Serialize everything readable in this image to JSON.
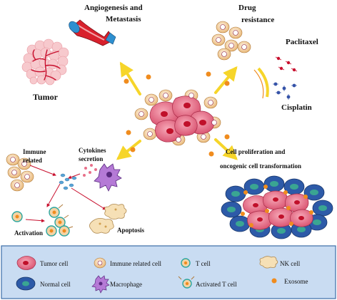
{
  "labels": {
    "angiogenesis_line1": "Angiogenesis and",
    "angiogenesis_line2": "Metastasis",
    "tumor": "Tumor",
    "drug_line1": "Drug",
    "drug_line2": "resistance",
    "paclitaxel": "Paclitaxel",
    "cisplatin": "Cisplatin",
    "immune_line1": "Immune",
    "immune_line2": "related",
    "cytokines_line1": "Cytokines",
    "cytokines_line2": "secretion",
    "activation": "Activation",
    "apoptosis": "Apoptosis",
    "prolif_line1": "Cell proliferation and",
    "prolif_line2": "oncogenic cell transformation"
  },
  "legend": {
    "tumor_cell": "Tumor cell",
    "immune_related_cell": "Immune related cell",
    "t_cell": "T cell",
    "nk_cell": "NK cell",
    "normal_cell": "Normal cell",
    "macrophage": "Macrophage",
    "activated_t_cell": "Activated T cell",
    "exosome": "Exosome"
  },
  "colors": {
    "tumor_cell": "#e0607a",
    "tumor_nucleus": "#c0102a",
    "immune_cell": "#f4d3a5",
    "normal_cell": "#2d5aa8",
    "normal_nucleus": "#3aa592",
    "exosome": "#f08c1e",
    "arrow_yellow": "#f6d52a",
    "arrow_red": "#c8102e",
    "legend_bg": "#c9dcf2",
    "legend_border": "#3d6fa8"
  }
}
